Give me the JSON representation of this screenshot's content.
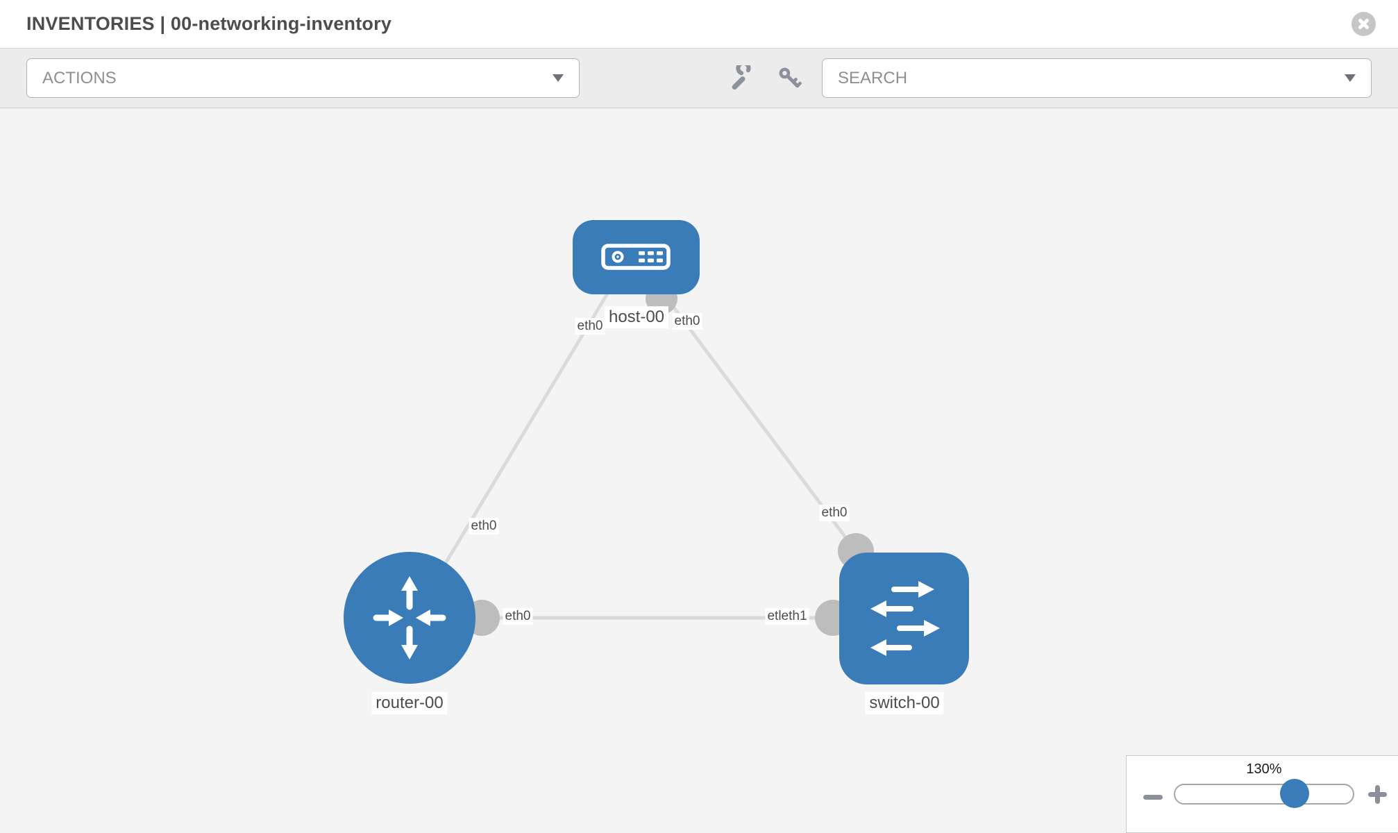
{
  "header": {
    "title": "INVENTORIES | 00-networking-inventory",
    "close_icon": "circle-x-icon"
  },
  "toolbar": {
    "actions_label": "ACTIONS",
    "search_label": "SEARCH",
    "icons": {
      "wrench": "wrench-icon",
      "key": "key-icon",
      "caret": "caret-down-icon"
    }
  },
  "topology": {
    "nodes": [
      {
        "label": "host-00",
        "type": "host"
      },
      {
        "label": "router-00",
        "type": "router"
      },
      {
        "label": "switch-00",
        "type": "switch"
      }
    ],
    "links": [
      {
        "from": "host-00",
        "to": "router-00"
      },
      {
        "from": "host-00",
        "to": "switch-00"
      },
      {
        "from": "router-00",
        "to": "switch-00"
      }
    ],
    "interface_labels": [
      {
        "text": "eth0"
      },
      {
        "text": "eth0"
      },
      {
        "text": "eth0"
      },
      {
        "text": "eth0"
      },
      {
        "text": "eth0"
      },
      {
        "text": "etleth1"
      }
    ],
    "colors": {
      "node_blue": "#3a7cb8",
      "edge_gray": "#dadada",
      "connector_gray": "#bdbdbd",
      "canvas_bg": "#f4f4f4",
      "label_text": "#4c4c4c"
    }
  },
  "zoom_control": {
    "level": "130%",
    "minus_icon": "minus-icon",
    "plus_icon": "plus-icon",
    "handle_color": "#3a7cb8"
  }
}
